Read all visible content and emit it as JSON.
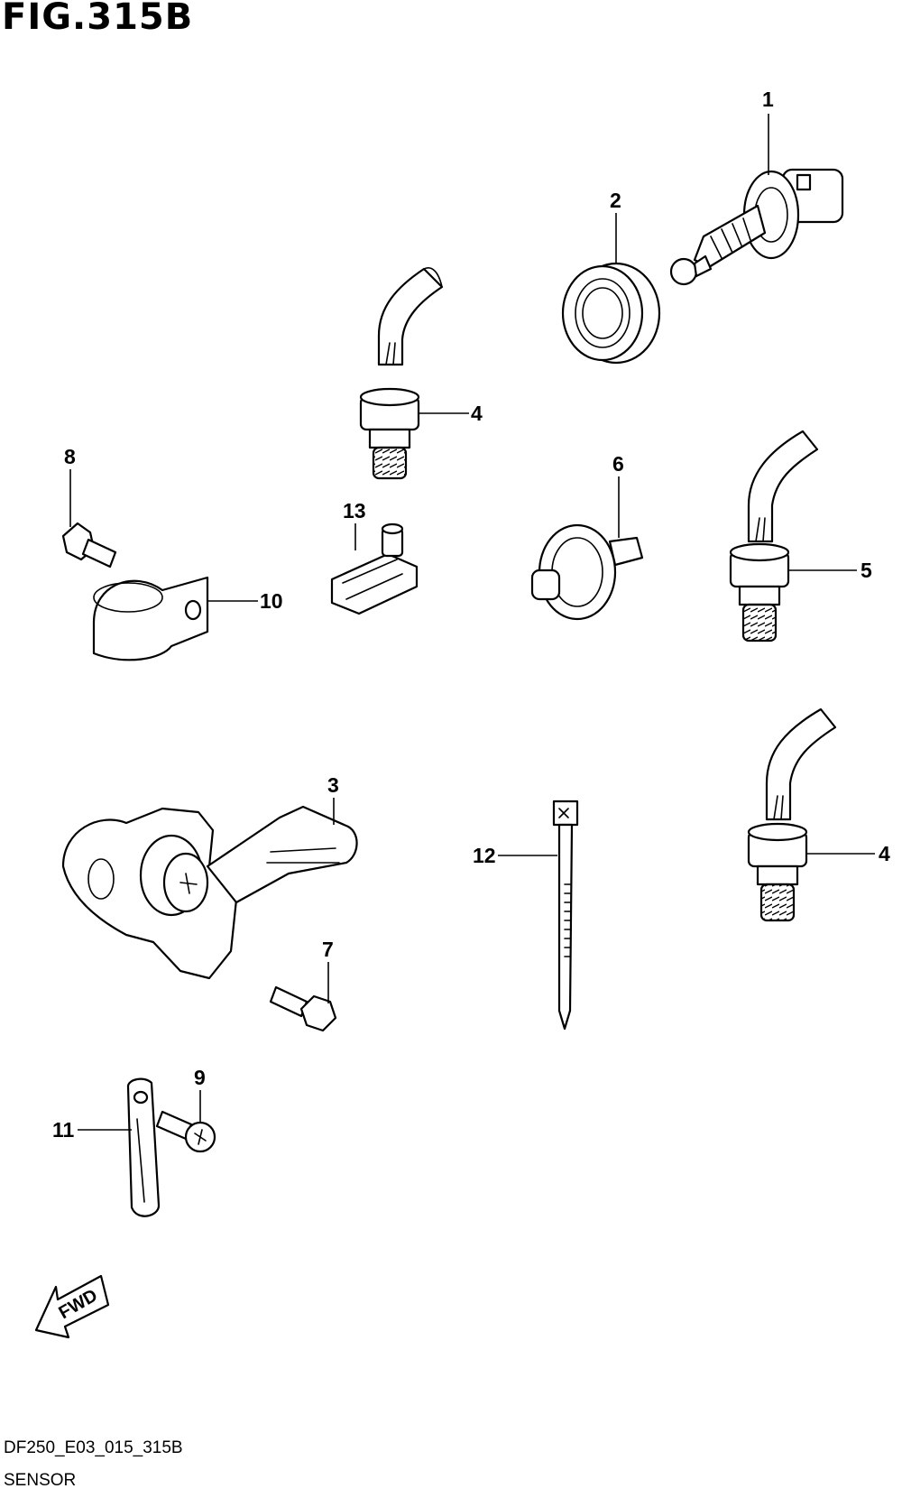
{
  "figure": {
    "title": "FIG.315B",
    "drawing_code": "DF250_E03_015_315B",
    "section_name": "SENSOR",
    "direction_marker": "FWD"
  },
  "callouts": [
    {
      "id": "c1",
      "label": "1"
    },
    {
      "id": "c2",
      "label": "2"
    },
    {
      "id": "c4a",
      "label": "4"
    },
    {
      "id": "c8",
      "label": "8"
    },
    {
      "id": "c13",
      "label": "13"
    },
    {
      "id": "c6",
      "label": "6"
    },
    {
      "id": "c5",
      "label": "5"
    },
    {
      "id": "c10",
      "label": "10"
    },
    {
      "id": "c3",
      "label": "3"
    },
    {
      "id": "c12",
      "label": "12"
    },
    {
      "id": "c4b",
      "label": "4"
    },
    {
      "id": "c7",
      "label": "7"
    },
    {
      "id": "c9",
      "label": "9"
    },
    {
      "id": "c11",
      "label": "11"
    }
  ]
}
